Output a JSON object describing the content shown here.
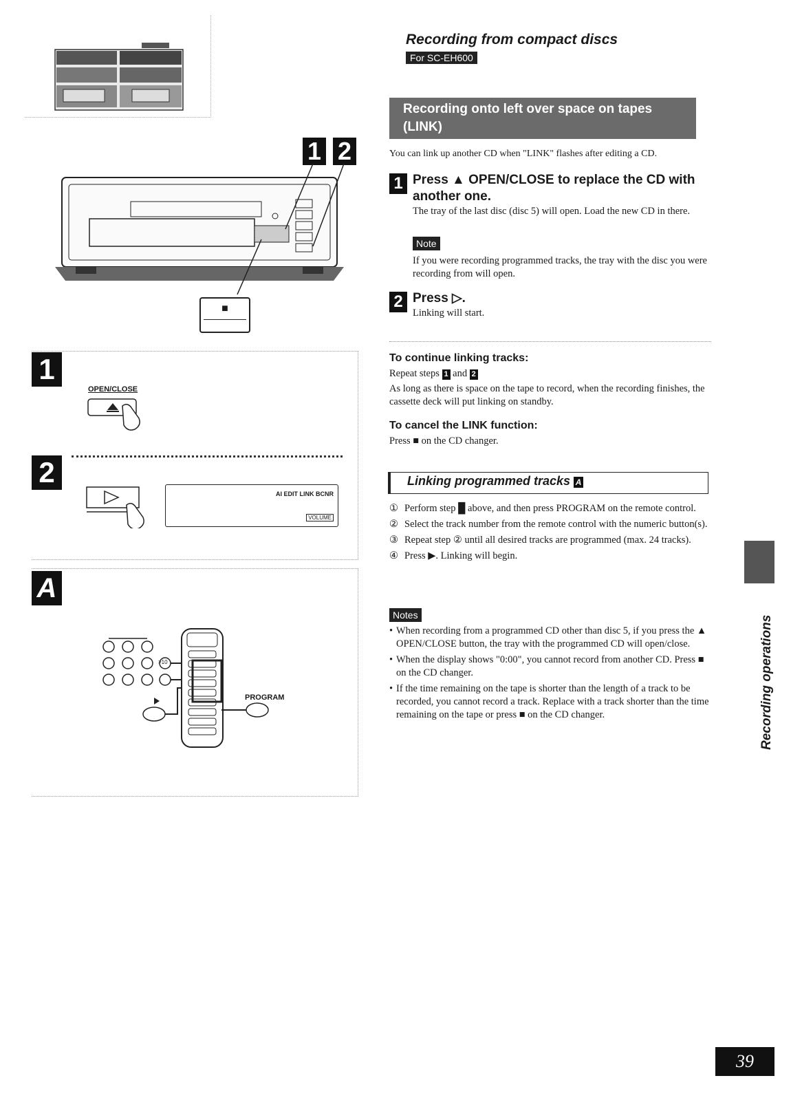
{
  "header": {
    "title": "Recording from compact discs",
    "model_badge": "For SC-EH600"
  },
  "section_banner": "Recording onto left over space on tapes (LINK)",
  "intro": "You can link up another CD when \"LINK\" flashes after editing a CD.",
  "steps": [
    {
      "num": "1",
      "heading": "Press ▲ OPEN/CLOSE to replace the CD with another one.",
      "body": "The tray of the last disc (disc 5) will open. Load the new CD in there."
    },
    {
      "num": "2",
      "heading": "Press ▷.",
      "body": "Linking will start."
    }
  ],
  "note": {
    "label": "Note",
    "text": "If you were recording programmed tracks, the tray with the disc you were recording from will open."
  },
  "continue": {
    "heading": "To continue linking tracks:",
    "line1_prefix": "Repeat steps",
    "line1_and": "and",
    "step_a": "1",
    "step_b": "2",
    "text": "As long as there is space on the tape to record, when the recording finishes, the cassette deck will put linking on standby."
  },
  "cancel": {
    "heading": "To cancel the LINK function:",
    "text": "Press ■ on the CD changer."
  },
  "programmed": {
    "heading": "Linking programmed tracks",
    "ref": "A",
    "items": [
      {
        "num": "①",
        "text": "Perform step █ above, and then press PROGRAM on the remote control."
      },
      {
        "num": "②",
        "text": "Select the track number from the remote control with the numeric button(s)."
      },
      {
        "num": "③",
        "text": "Repeat step ② until all desired tracks are programmed (max. 24 tracks)."
      },
      {
        "num": "④",
        "text": "Press ▶. Linking will begin."
      }
    ]
  },
  "notes": {
    "label": "Notes",
    "items": [
      "When recording from a programmed CD other than disc 5, if you press the ▲ OPEN/CLOSE button, the tray with the programmed CD will open/close.",
      "When the display shows \"0:00\", you cannot record from another CD. Press ■ on the CD changer.",
      "If the time remaining on the tape is shorter than the length of a track to be recorded, you cannot record a track. Replace with a track shorter than the time remaining on the tape or press ■ on the CD changer."
    ]
  },
  "side_tab": "Recording operations",
  "page_number": "39",
  "figures": {
    "step1_label": "1",
    "step2_label": "2",
    "open_close_label": "OPEN/CLOSE",
    "display_label": "AI EDIT LINK BCNR",
    "volume_label": "VOLUME",
    "panel_a_label": "A",
    "program_label": "PROGRAM",
    "stop_symbol": "■",
    "eject_symbol": "▲",
    "play_symbol": "▷",
    "numeric_10_label": ">10"
  }
}
